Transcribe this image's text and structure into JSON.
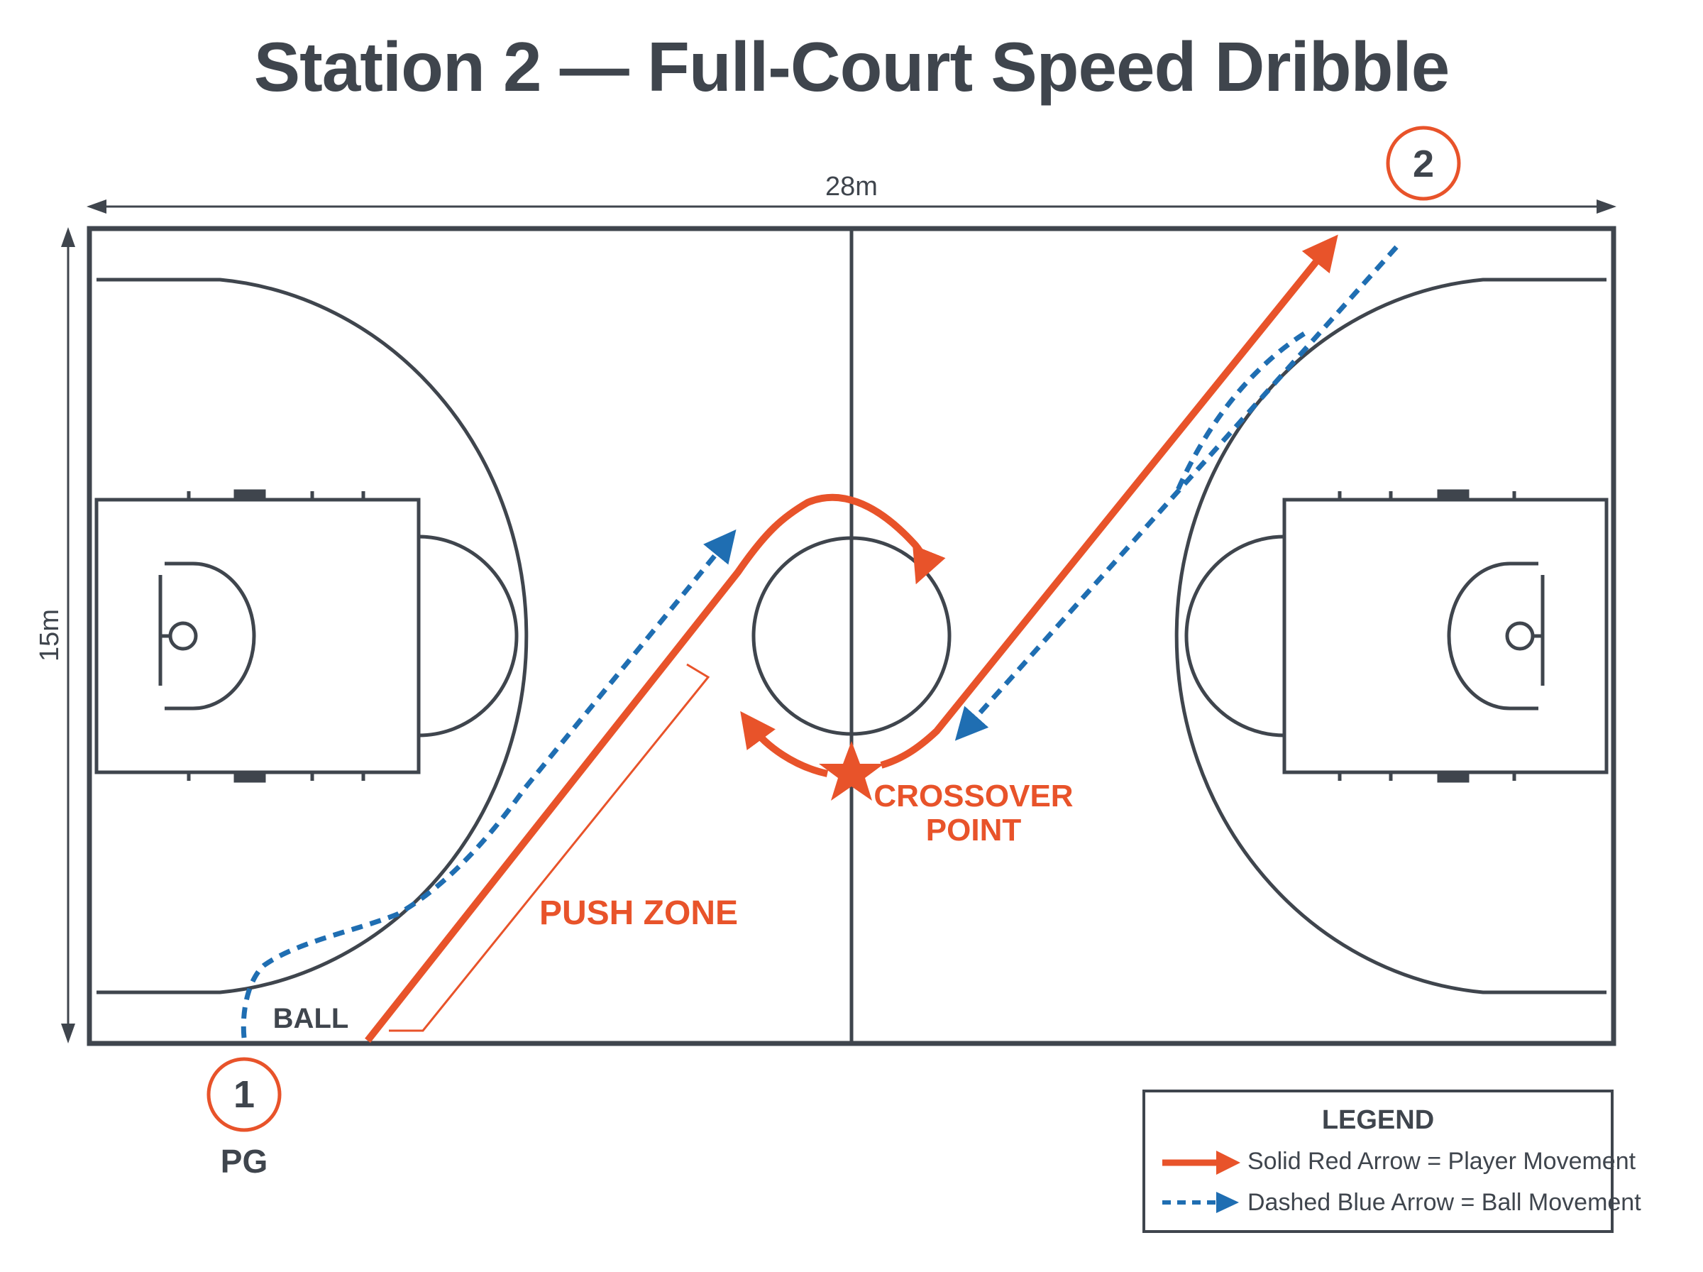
{
  "title": "Station 2 — Full-Court Speed Dribble",
  "dimensions": {
    "length": "28m",
    "width": "15m"
  },
  "labels": {
    "crossover_line1": "CROSSOVER",
    "crossover_line2": "POINT",
    "push_zone": "PUSH ZONE",
    "ball": "BALL",
    "player1_number": "1",
    "player1_role": "PG",
    "player2_number": "2"
  },
  "legend": {
    "title": "LEGEND",
    "items": [
      {
        "text": "Solid Red Arrow = Player Movement",
        "style": "solid",
        "color": "#e8532a"
      },
      {
        "text": "Dashed Blue Arrow = Ball Movement",
        "style": "dashed",
        "color": "#1f6eb2"
      }
    ]
  },
  "colors": {
    "court_lines": "#3f454d",
    "player_movement": "#e8532a",
    "ball_movement": "#1f6eb2"
  }
}
